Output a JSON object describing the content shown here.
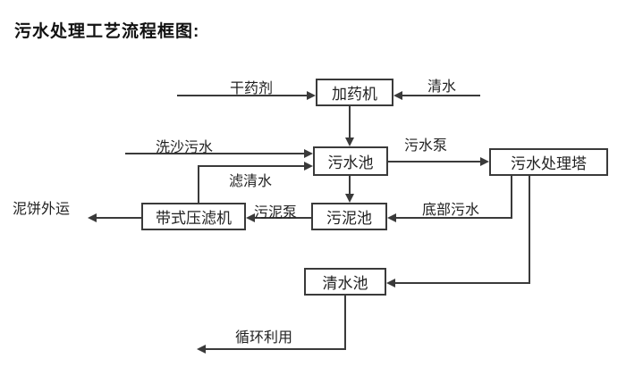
{
  "title": "污水处理工艺流程框图:",
  "diagram": {
    "nodes": {
      "dosing_machine": {
        "label": "加药机"
      },
      "sewage_pool": {
        "label": "污水池"
      },
      "treatment_tower": {
        "label": "污水处理塔"
      },
      "belt_filter_press": {
        "label": "带式压滤机"
      },
      "sludge_pool": {
        "label": "污泥池"
      },
      "clear_water_pool": {
        "label": "清水池"
      }
    },
    "flow_labels": {
      "dry_agent": "干药剂",
      "clear_water": "清水",
      "sand_wash_sewage": "洗沙污水",
      "filtered_water": "滤清水",
      "sewage_pump": "污水泵",
      "sludge_pump": "污泥泵",
      "bottom_sewage": "底部污水",
      "mud_cake_out": "泥饼外运",
      "recycle_use": "循环利用"
    },
    "colors": {
      "line": "#3a3a3a",
      "text": "#222222",
      "background": "#ffffff"
    }
  }
}
